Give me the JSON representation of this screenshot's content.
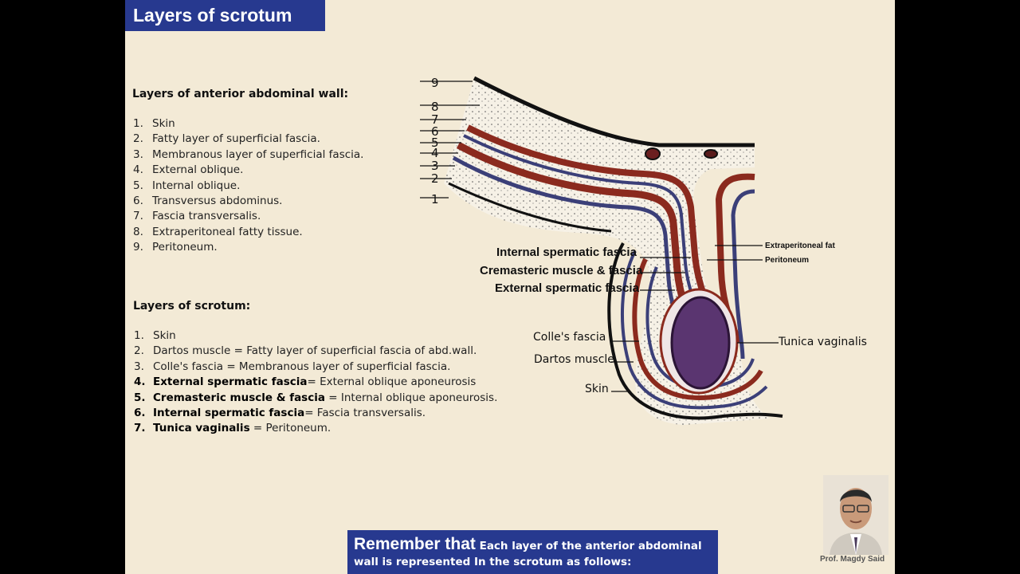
{
  "title": "Layers of scrotum",
  "abdominal": {
    "heading": "Layers of anterior abdominal wall:",
    "items": [
      {
        "num": "1.",
        "text": "Skin"
      },
      {
        "num": "2.",
        "text": "Fatty layer of superficial fascia."
      },
      {
        "num": "3.",
        "text": "Membranous layer of superficial fascia."
      },
      {
        "num": "4.",
        "text": "External oblique."
      },
      {
        "num": "5.",
        "text": "Internal oblique."
      },
      {
        "num": "6.",
        "text": "Transversus abdominus."
      },
      {
        "num": "7.",
        "text": "Fascia transversalis."
      },
      {
        "num": "8.",
        "text": "Extraperitoneal fatty tissue."
      },
      {
        "num": "9.",
        "text": "Peritoneum."
      }
    ]
  },
  "scrotum": {
    "heading": "Layers of scrotum:",
    "items": [
      {
        "num": "1.",
        "bold": "",
        "text": "Skin"
      },
      {
        "num": "2.",
        "bold": "",
        "text": "Dartos muscle = Fatty layer of superficial fascia of abd.wall."
      },
      {
        "num": "3.",
        "bold": "",
        "text": "Colle's fascia = Membranous layer of superficial fascia."
      },
      {
        "num": "4.",
        "bold": "External spermatic fascia",
        "text": "= External oblique aponeurosis"
      },
      {
        "num": "5.",
        "bold": "Cremasteric muscle & fascia",
        "text": " = Internal oblique aponeurosis."
      },
      {
        "num": "6.",
        "bold": "Internal spermatic fascia",
        "text": "= Fascia transversalis."
      },
      {
        "num": "7.",
        "bold": "Tunica vaginalis",
        "text": " = Peritoneum."
      }
    ]
  },
  "remember": {
    "lead": "Remember that",
    "line1": " Each layer of the anterior abdominal",
    "line2": "wall is represented  In the scrotum  as follows:"
  },
  "diagram": {
    "numbers": [
      "9",
      "8",
      "7",
      "6",
      "5",
      "4",
      "3",
      "2",
      "1"
    ],
    "labels": {
      "internal_spermatic": "Internal spermatic fascia",
      "cremasteric": "Cremasteric muscle & fascia",
      "external_spermatic": "External spermatic fascia",
      "colles": "Colle's fascia",
      "dartos": "Dartos muscle",
      "skin": "Skin",
      "extraperitoneal": "Extraperitoneal fat",
      "peritoneum": "Peritoneum",
      "tunica": "Tunica vaginalis"
    },
    "colors": {
      "muscle": "#8b2a1e",
      "fascia": "#3b3f78",
      "testis": "#5a3570"
    }
  },
  "presenter": {
    "caption": "Prof. Magdy Said"
  }
}
